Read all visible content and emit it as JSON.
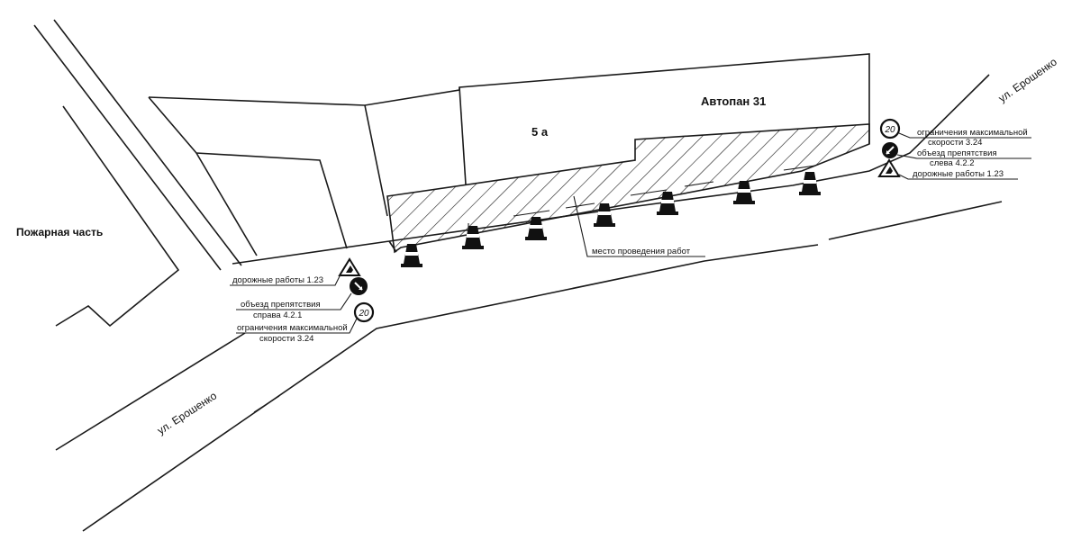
{
  "labels": {
    "fire_station": "Пожарная часть",
    "street_bottom": "ул. Ерошенко",
    "street_top": "ул. Ерошенко",
    "building_name": "Автопан 31",
    "building_number": "5 а",
    "work_area": "место проведения работ"
  },
  "signs_left": {
    "road_works": "дорожные работы  1.23",
    "detour_line1": "объезд препятствия",
    "detour_line2": "справа  4.2.1",
    "speed_line1": "ограничения максимальной",
    "speed_line2": "скорости 3.24",
    "speed_value": "20"
  },
  "signs_right": {
    "speed_line1": "ограничения максимальной",
    "speed_line2": "скорости 3.24",
    "speed_value": "20",
    "detour_line1": "объезд препятствия",
    "detour_line2": "слева  4.2.2",
    "road_works": "дорожные работы  1.23"
  },
  "cone_count": 7
}
